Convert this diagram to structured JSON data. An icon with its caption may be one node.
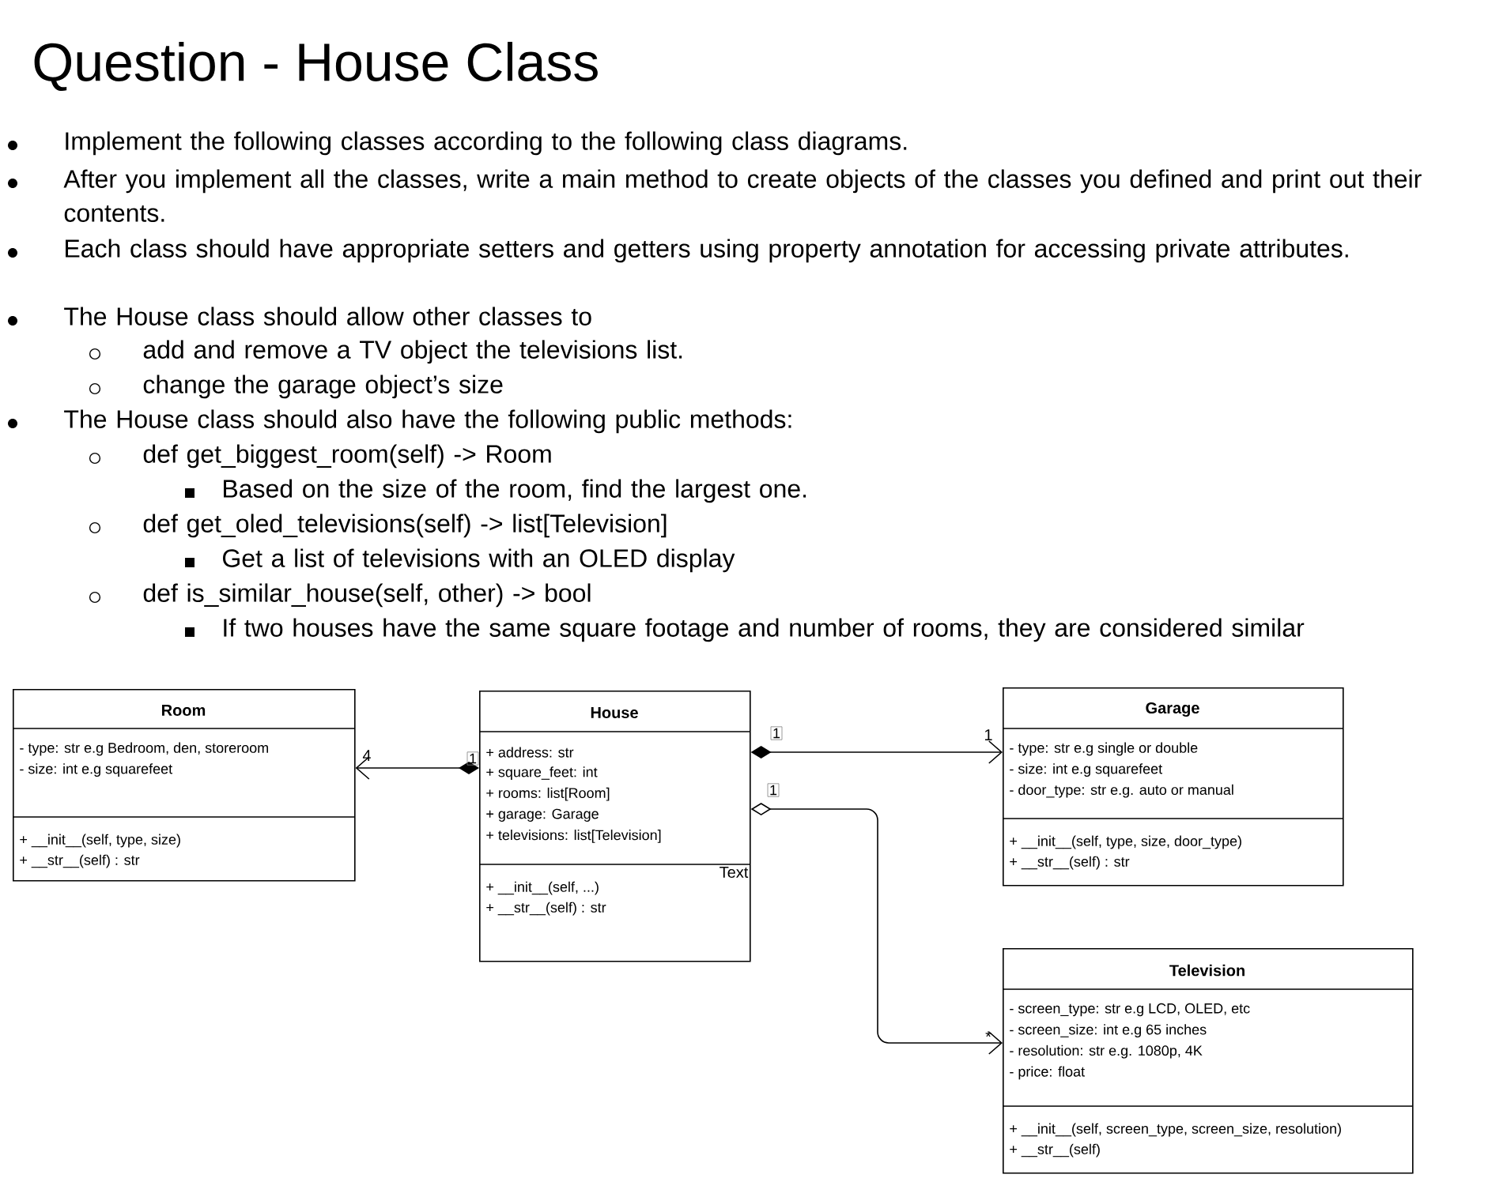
{
  "diagram": {
    "title": "Question - House Class",
    "nodes": [
      {
        "text": [
          "Room",
          "- type: str e.g Bedroom, den, storeroom",
          "- size: int e.g squarefeet",
          "+ __init__(self, type, size)",
          "+ __str__(self) : str"
        ]
      },
      {
        "text": [
          "House",
          "+ address: str",
          "+ square_feet: int",
          "+ rooms: list[Room]",
          "+ garage: Garage",
          "+ televisions: list[Television]",
          "+ __init__(self, ...)",
          "+ __str__(self) : str"
        ]
      },
      {
        "text": [
          "Garage",
          "- type: str e.g single or double",
          "- size: int e.g squarefeet",
          "- door_type: str e.g. auto or manual",
          "+ __init__(self, type, size, door_type)",
          "+ __str__(self) : str"
        ]
      },
      {
        "text": [
          "Television",
          "- screen_type: str e.g LCD, OLED, etc",
          "- screen_size: int e.g 65 inches",
          "- resolution: str e.g. 1080p, 4K",
          "- price: float",
          "+ __init__(self, screen_type, screen_size, resolution)",
          "+ __str__(self)"
        ]
      }
    ],
    "edges": [
      {
        "from": 1,
        "to": 0,
        "arrow": "to"
      },
      {
        "from": 1,
        "to": 2,
        "arrow": "to"
      },
      {
        "from": 1,
        "to": 3,
        "arrow": "to"
      }
    ],
    "labels": [
      "Implement the following classes according to the following class diagrams.",
      "After you implement all the classes, write a main method to create objects of the classes you defined and print out their contents.",
      "Each class should have appropriate setters and getters using property annotation for accessing private attributes.",
      "The House class should allow other classes to",
      "add and remove a TV object the televisions list.",
      "change the garage object’s size",
      "The House class should also have the following public methods:",
      "def get_biggest_room(self) -> Room",
      "Based on the size of the room, find the largest one.",
      "def get_oled_televisions(self) -> list[Television]",
      "Get a list of televisions with an OLED display",
      "def is_similar_house(self, other) -> bool",
      "If two houses have the same square footage and number of rooms, they are considered similar",
      "4",
      "1",
      "1",
      "1",
      "1",
      "*",
      "Text"
    ]
  }
}
